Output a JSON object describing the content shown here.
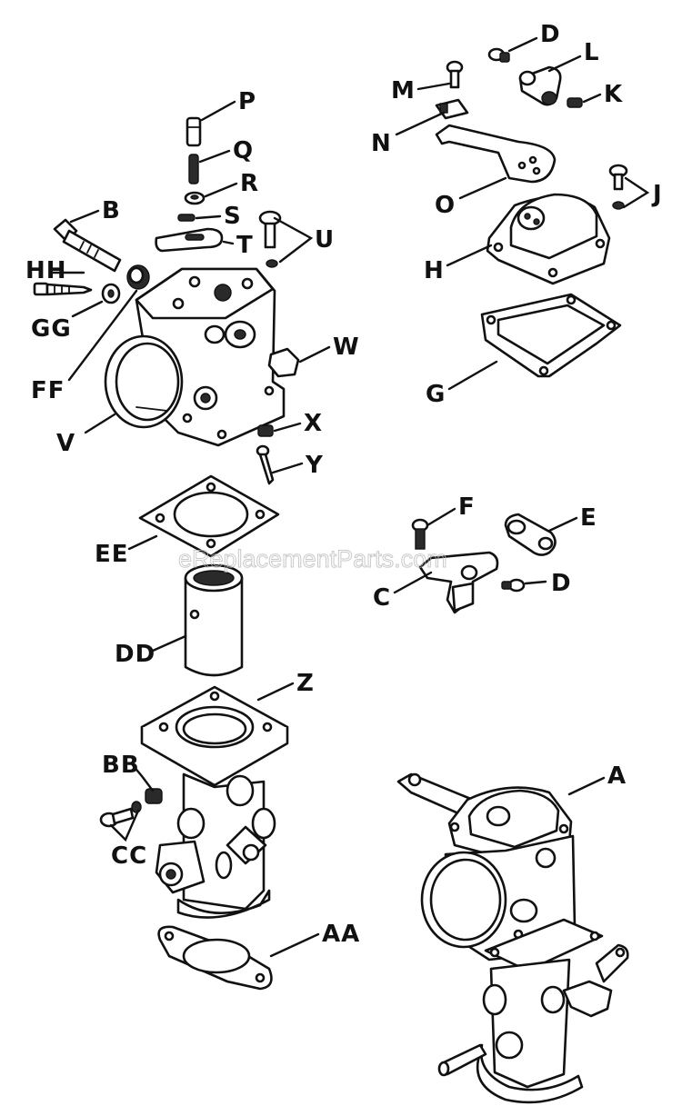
{
  "watermark": "eReplacementParts.com",
  "colors": {
    "ink": "#111111",
    "background": "#ffffff",
    "watermark": "#b8b8b8"
  },
  "labels": {
    "P": "P",
    "Q": "Q",
    "R": "R",
    "S": "S",
    "T": "T",
    "U": "U",
    "B": "B",
    "HH": "HH",
    "GG": "GG",
    "FF": "FF",
    "V": "V",
    "W": "W",
    "X": "X",
    "Y": "Y",
    "EE": "EE",
    "DD": "DD",
    "Z": "Z",
    "BB": "BB",
    "CC": "CC",
    "AA": "AA",
    "D_top": "D",
    "L": "L",
    "M": "M",
    "K": "K",
    "N": "N",
    "O": "O",
    "J": "J",
    "H": "H",
    "G": "G",
    "F": "F",
    "E": "E",
    "C": "C",
    "D_mid": "D",
    "A": "A"
  }
}
